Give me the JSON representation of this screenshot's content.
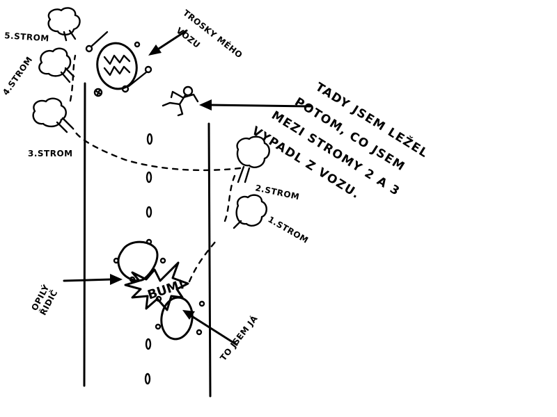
{
  "labels": {
    "tree5": "5.STROM",
    "tree4": "4.STROM",
    "tree3": "3.STROM",
    "tree2": "2.STROM",
    "tree1": "1.STROM",
    "wreck_line1": "TROSKY MÉHO",
    "wreck_line2": "VOZU",
    "drunk_driver_line1": "OPILÝ",
    "drunk_driver_line2": "ŘIDIČ",
    "me": "TO JSEM JÁ",
    "crash": "BUM!"
  },
  "note": {
    "lines": [
      "TADY JSEM LEŽEL",
      "POTOM, CO JSEM",
      "MEZI STROMY 2 A 3",
      "VYPADL Z VOZU."
    ]
  },
  "colors": {
    "ink": "#000000",
    "paper": "#ffffff"
  },
  "icons": [
    "tree-icon",
    "stick-figure-icon",
    "car-icon",
    "explosion-icon",
    "arrow-icon"
  ]
}
